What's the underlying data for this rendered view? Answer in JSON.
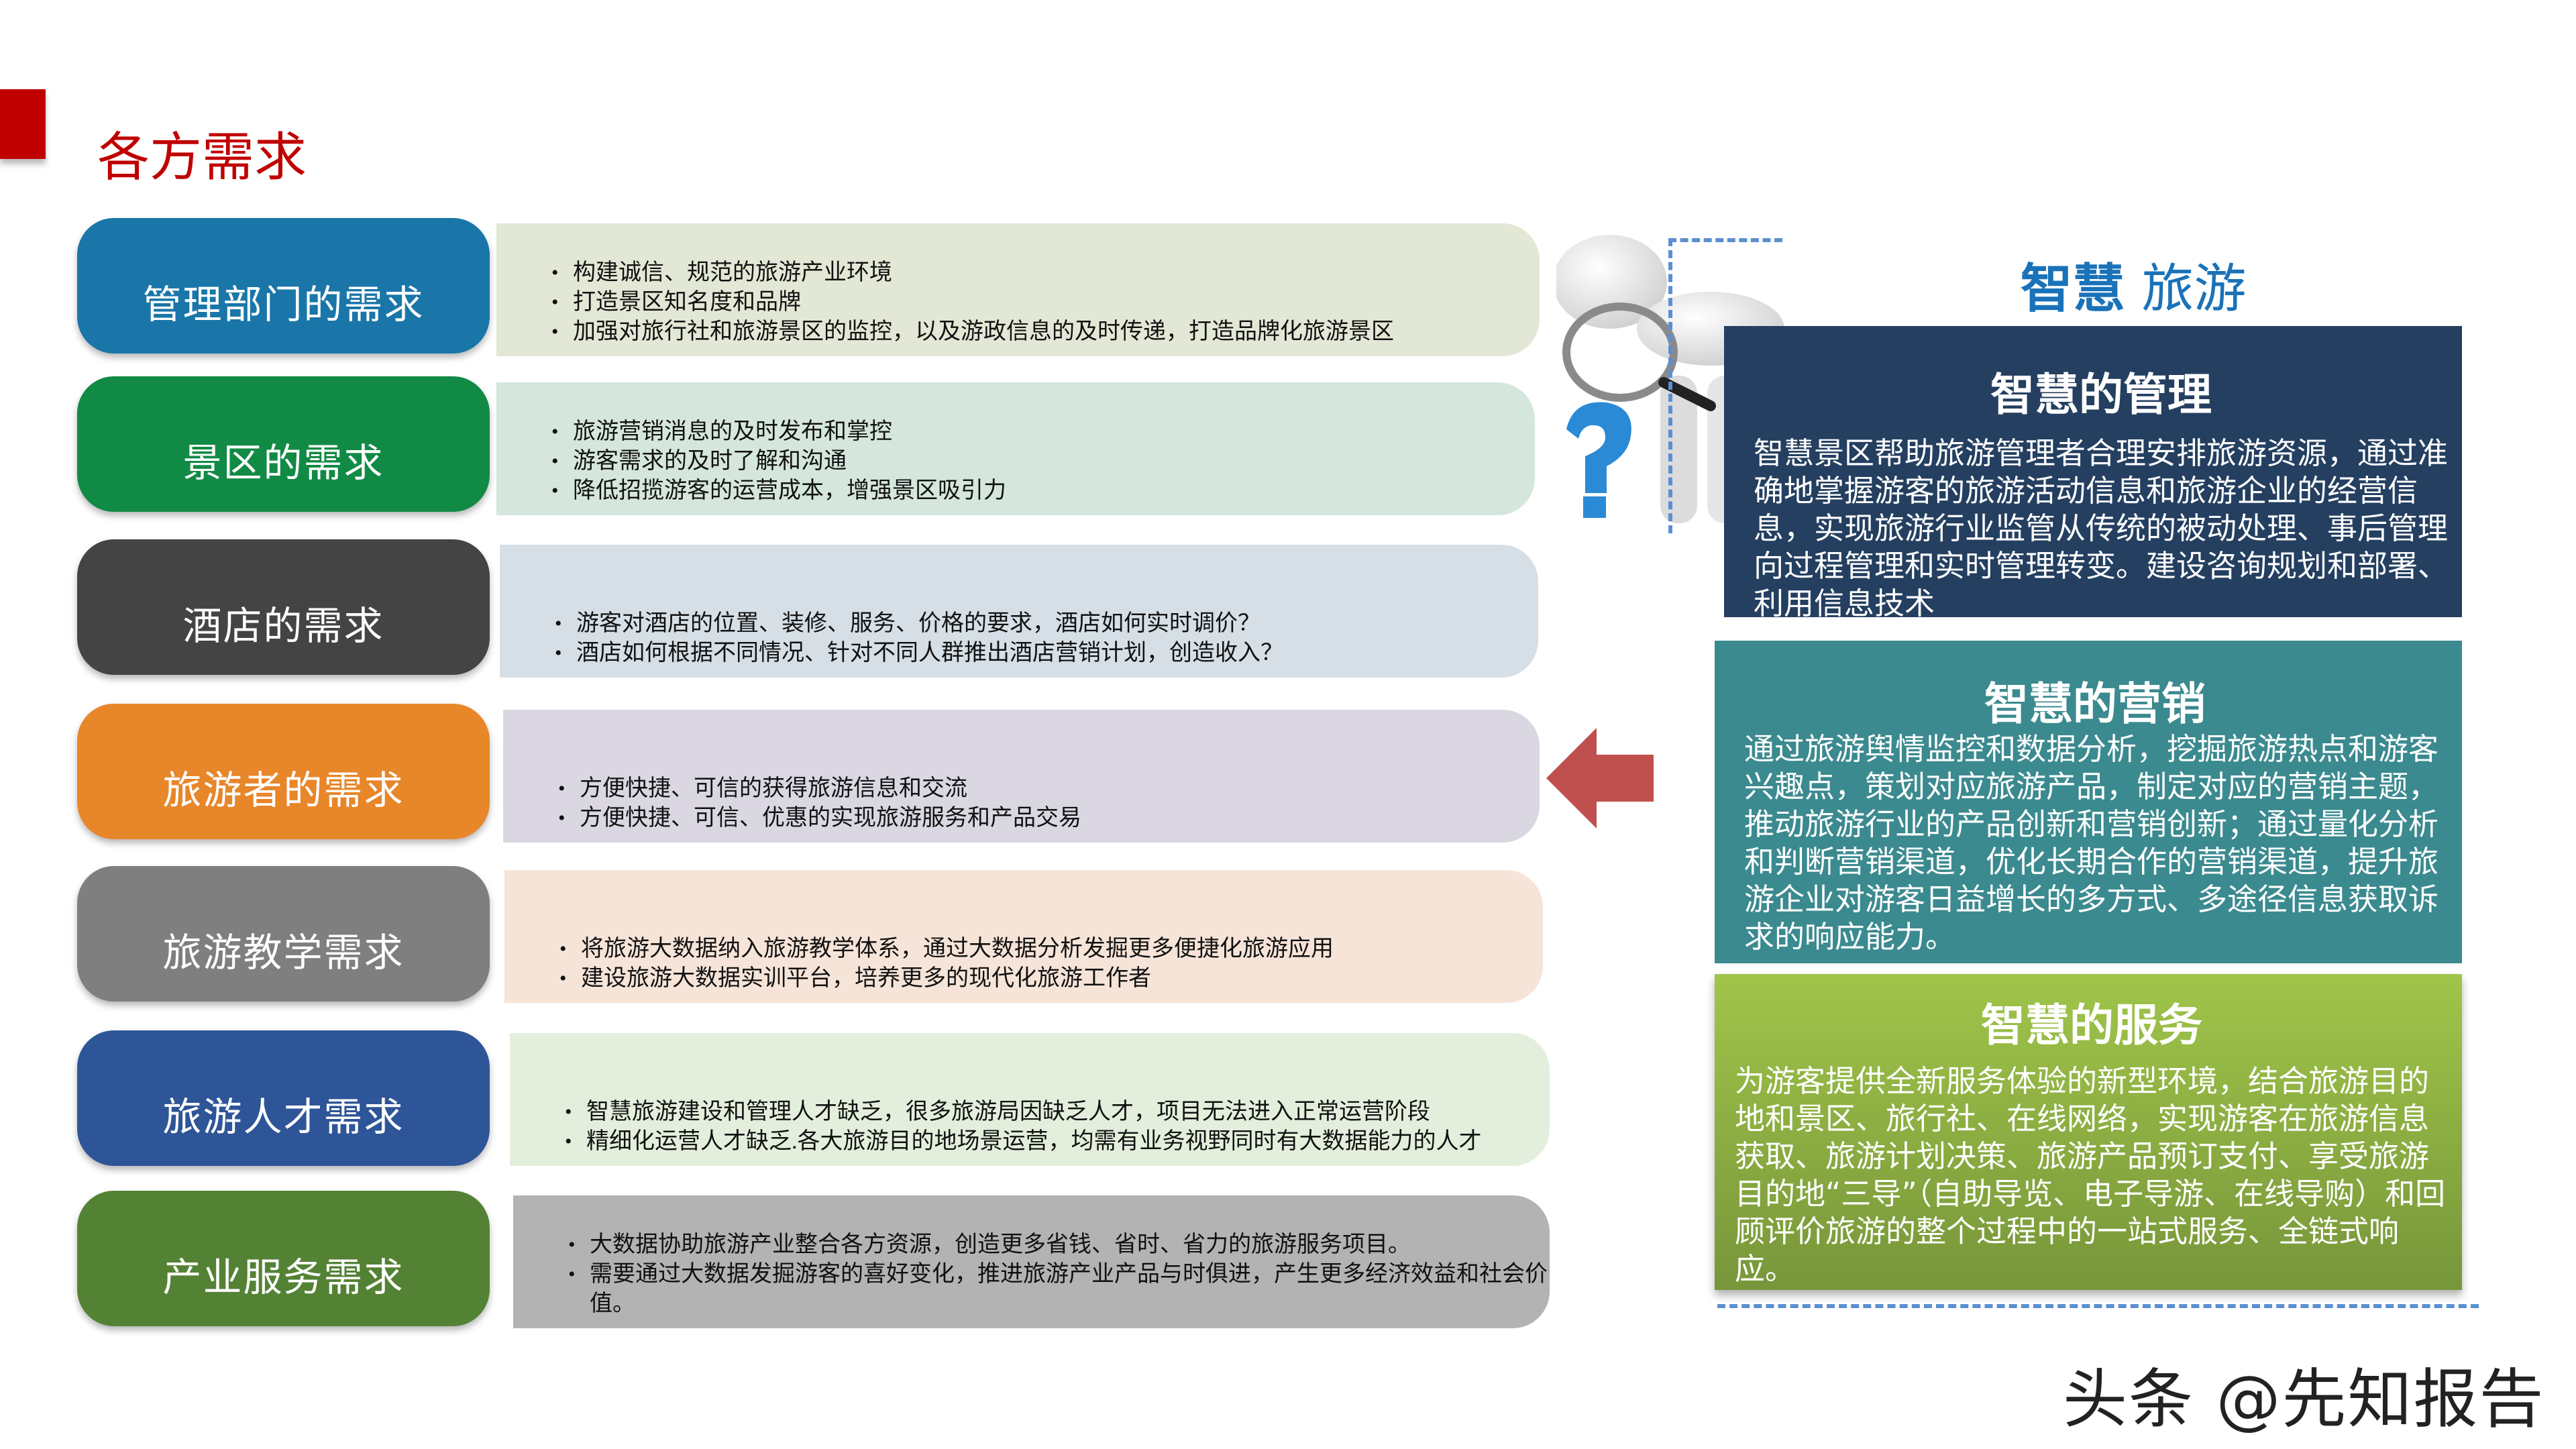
{
  "page": {
    "title": "各方需求",
    "accent_color": "#c00000"
  },
  "needs": [
    {
      "label": "管理部门的需求",
      "tab_color": "#1a76a8",
      "panel_color": "#e2e8d5",
      "items": [
        "构建诚信、规范的旅游产业环境",
        "打造景区知名度和品牌",
        "加强对旅行社和旅游景区的监控，以及游政信息的及时传递，打造品牌化旅游景区"
      ]
    },
    {
      "label": "景区的需求",
      "tab_color": "#118a45",
      "panel_color": "#d5e6dc",
      "items": [
        "旅游营销消息的及时发布和掌控",
        "游客需求的及时了解和沟通",
        "降低招揽游客的运营成本，增强景区吸引力"
      ]
    },
    {
      "label": "酒店的需求",
      "tab_color": "#444444",
      "panel_color": "#d6dfe6",
      "items": [
        "游客对酒店的位置、装修、服务、价格的要求，酒店如何实时调价？",
        "酒店如何根据不同情况、针对不同人群推出酒店营销计划，创造收入？"
      ]
    },
    {
      "label": "旅游者的需求",
      "tab_color": "#e8862a",
      "panel_color": "#dad7e2",
      "items": [
        "方便快捷、可信的获得旅游信息和交流",
        "方便快捷、可信、优惠的实现旅游服务和产品交易"
      ]
    },
    {
      "label": "旅游教学需求",
      "tab_color": "#7f7f7f",
      "panel_color": "#f6e4d8",
      "items": [
        "将旅游大数据纳入旅游教学体系，通过大数据分析发掘更多便捷化旅游应用",
        "建设旅游大数据实训平台，培养更多的现代化旅游工作者"
      ]
    },
    {
      "label": "旅游人才需求",
      "tab_color": "#2e5597",
      "panel_color": "#e3efdc",
      "items": [
        "智慧旅游建设和管理人才缺乏，很多旅游局因缺乏人才，项目无法进入正常运营阶段",
        "精细化运营人才缺乏.各大旅游目的地场景运营，均需有业务视野同时有大数据能力的人才"
      ]
    },
    {
      "label": "产业服务需求",
      "tab_color": "#548235",
      "panel_color": "#b3b3b3",
      "items": [
        "大数据协助旅游产业整合各方资源，创造更多省钱、省时、省力的旅游服务项目。",
        "需要通过大数据发掘游客的喜好变化，推进旅游产业产品与时俱进，产生更多经济效益和社会价值。"
      ]
    }
  ],
  "smart_tourism": {
    "title_a": "智慧",
    "title_b": "旅游",
    "title_color": "#1a72b8",
    "arrow_color": "#c0504d",
    "sections": [
      {
        "heading": "智慧的管理",
        "body": "智慧景区帮助旅游管理者合理安排旅游资源，通过准确地掌握游客的旅游活动信息和旅游企业的经营信息，实现旅游行业监管从传统的被动处理、事后管理向过程管理和实时管理转变。建设咨询规划和部署、利用信息技术",
        "bg": "#243f60"
      },
      {
        "heading": "智慧的营销",
        "body": "通过旅游舆情监控和数据分析，挖掘旅游热点和游客兴趣点，策划对应旅游产品，制定对应的营销主题，推动旅游行业的产品创新和营销创新；通过量化分析和判断营销渠道，优化长期合作的营销渠道，提升旅游企业对游客日益增长的多方式、多途径信息获取诉求的响应能力。",
        "bg": "#3b8a8f"
      },
      {
        "heading": "智慧的服务",
        "body": "为游客提供全新服务体验的新型环境，结合旅游目的地和景区、旅行社、在线网络，实现游客在旅游信息获取、旅游计划决策、旅游产品预订支付、享受旅游目的地“三导”（自助导览、电子导游、在线导购）和回顾评价旅游的整个过程中的一站式服务、全链式响应。",
        "bg": "#8db443"
      }
    ]
  },
  "watermark": "头条 @先知报告"
}
